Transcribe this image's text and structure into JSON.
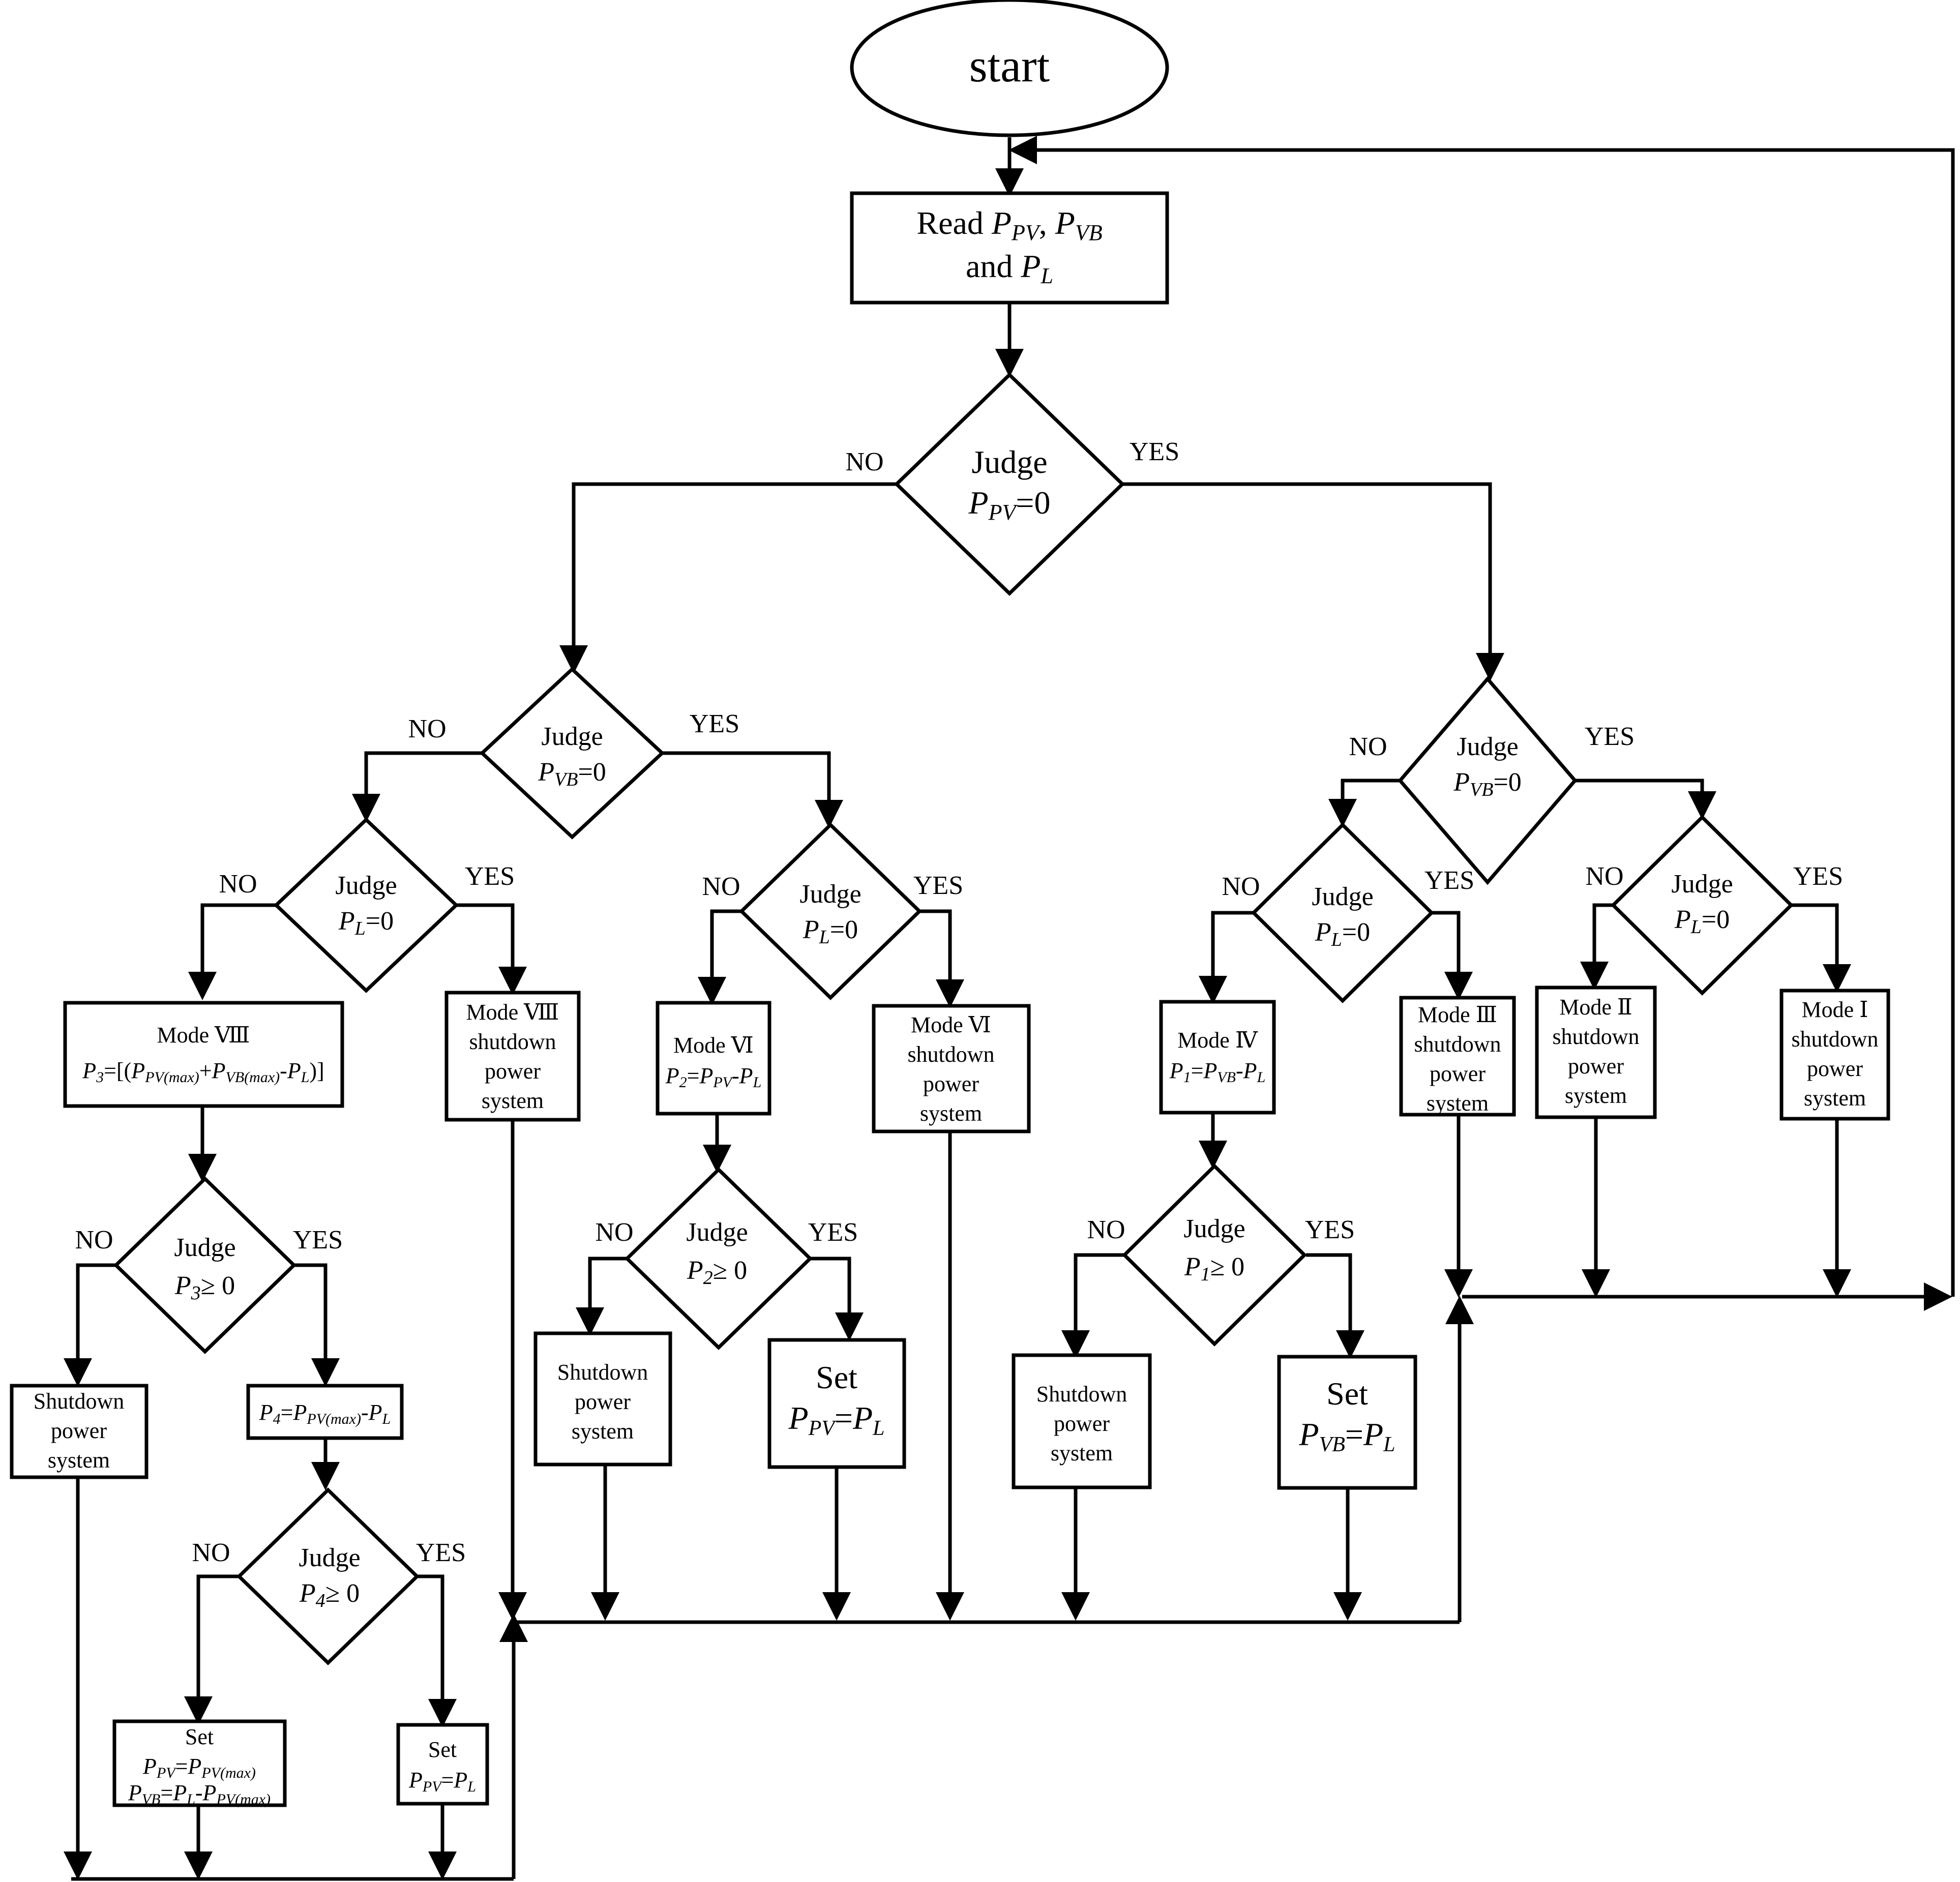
{
  "start": {
    "label": "start"
  },
  "read": {
    "pre": "Read",
    "p1": "P",
    "p1s": "PV",
    "comma": ",",
    "p2": "P",
    "p2s": "VB",
    "and": "and",
    "p3": "P",
    "p3s": "L"
  },
  "d_main": {
    "judge": "Judge",
    "v": "P",
    "s": "PV",
    "rest": "=0",
    "no": "NO",
    "yes": "YES"
  },
  "d_lvb": {
    "judge": "Judge",
    "v": "P",
    "s": "VB",
    "rest": "=0",
    "no": "NO",
    "yes": "YES"
  },
  "d_rvb": {
    "judge": "Judge",
    "v": "P",
    "s": "VB",
    "rest": "=0",
    "no": "NO",
    "yes": "YES"
  },
  "d_pl1": {
    "judge": "Judge",
    "v": "P",
    "s": "L",
    "rest": "=0",
    "no": "NO",
    "yes": "YES"
  },
  "d_pl2": {
    "judge": "Judge",
    "v": "P",
    "s": "L",
    "rest": "=0",
    "no": "NO",
    "yes": "YES"
  },
  "d_pl3": {
    "judge": "Judge",
    "v": "P",
    "s": "L",
    "rest": "=0",
    "no": "NO",
    "yes": "YES"
  },
  "d_pl4": {
    "judge": "Judge",
    "v": "P",
    "s": "L",
    "rest": "=0",
    "no": "NO",
    "yes": "YES"
  },
  "d_p3": {
    "judge": "Judge",
    "v": "P",
    "s": "3",
    "rest": "≥ 0",
    "no": "NO",
    "yes": "YES"
  },
  "d_p4": {
    "judge": "Judge",
    "v": "P",
    "s": "4",
    "rest": "≥ 0",
    "no": "NO",
    "yes": "YES"
  },
  "d_p2": {
    "judge": "Judge",
    "v": "P",
    "s": "2",
    "rest": "≥ 0",
    "no": "NO",
    "yes": "YES"
  },
  "d_p1": {
    "judge": "Judge",
    "v": "P",
    "s": "1",
    "rest": "≥ 0",
    "no": "NO",
    "yes": "YES"
  },
  "mode8": {
    "title": "Mode Ⅷ",
    "a": "P",
    "as": "3",
    "b": "=[(",
    "c": "P",
    "cs": "PV(max)",
    "d": "+",
    "e": "P",
    "es": "VB(max)",
    "f": "-",
    "g": "P",
    "gs": "L",
    "h": ")]"
  },
  "mode8_shutdown": {
    "l1": "Mode Ⅷ",
    "l2": "shutdown",
    "l3": "power",
    "l4": "system"
  },
  "mode6": {
    "title": "Mode Ⅵ",
    "a": "P",
    "as": "2",
    "b": "=",
    "c": "P",
    "cs": "PV",
    "d": "-",
    "e": "P",
    "es": "L"
  },
  "mode6_shutdown": {
    "l1": "Mode Ⅵ",
    "l2": "shutdown",
    "l3": "power",
    "l4": "system"
  },
  "mode4": {
    "title": "Mode Ⅳ",
    "a": "P",
    "as": "1",
    "b": "=",
    "c": "P",
    "cs": "VB",
    "d": "-",
    "e": "P",
    "es": "L"
  },
  "mode3_shutdown": {
    "l1": "Mode Ⅲ",
    "l2": "shutdown",
    "l3": "power",
    "l4": "system"
  },
  "mode2_shutdown": {
    "l1": "Mode Ⅱ",
    "l2": "shutdown",
    "l3": "power",
    "l4": "system"
  },
  "mode1_shutdown": {
    "l1": "Mode Ⅰ",
    "l2": "shutdown",
    "l3": "power",
    "l4": "system"
  },
  "shutdown_a": {
    "l1": "Shutdown",
    "l2": "power",
    "l3": "system"
  },
  "shutdown_b": {
    "l1": "Shutdown",
    "l2": "power",
    "l3": "system"
  },
  "shutdown_c": {
    "l1": "Shutdown",
    "l2": "power",
    "l3": "system"
  },
  "p4_calc": {
    "a": "P",
    "as": "4",
    "b": "=",
    "c": "P",
    "cs": "PV(max)",
    "d": "-",
    "e": "P",
    "es": "L"
  },
  "set_a": {
    "title": "Set",
    "a": "P",
    "as": "PV",
    "b": "=",
    "c": "P",
    "cs": "PV(max)",
    "d": "P",
    "ds": "VB",
    "e": "=",
    "f": "P",
    "fs": "L",
    "g": "-",
    "h": "P",
    "hs": "PV(max)"
  },
  "set_b": {
    "title": "Set",
    "a": "P",
    "as": "PV",
    "b": "=",
    "c": "P",
    "cs": "L"
  },
  "set_c": {
    "title": "Set",
    "a": "P",
    "as": "PV",
    "b": "=",
    "c": "P",
    "cs": "L"
  },
  "set_d": {
    "title": "Set",
    "a": "P",
    "as": "VB",
    "b": "=",
    "c": "P",
    "cs": "L"
  }
}
